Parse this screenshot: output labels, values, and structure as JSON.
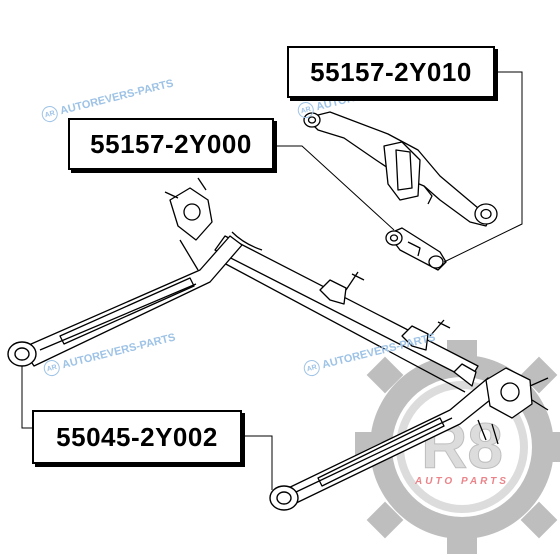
{
  "part_numbers": {
    "upper_arm": "55157-2Y010",
    "link": "55157-2Y000",
    "bushing": "55045-2Y002"
  },
  "watermark": {
    "text": "AUTOREVERS-PARTS",
    "logo_letters": "AR"
  },
  "brand_logo": {
    "name": "R8",
    "tagline": "AUTO PARTS",
    "colors": {
      "gear": "#8a8a8a",
      "ring": "#c0c0c0",
      "accent": "#d9202a"
    }
  },
  "colors": {
    "line": "#000000",
    "watermark": "#9ec3e6"
  }
}
